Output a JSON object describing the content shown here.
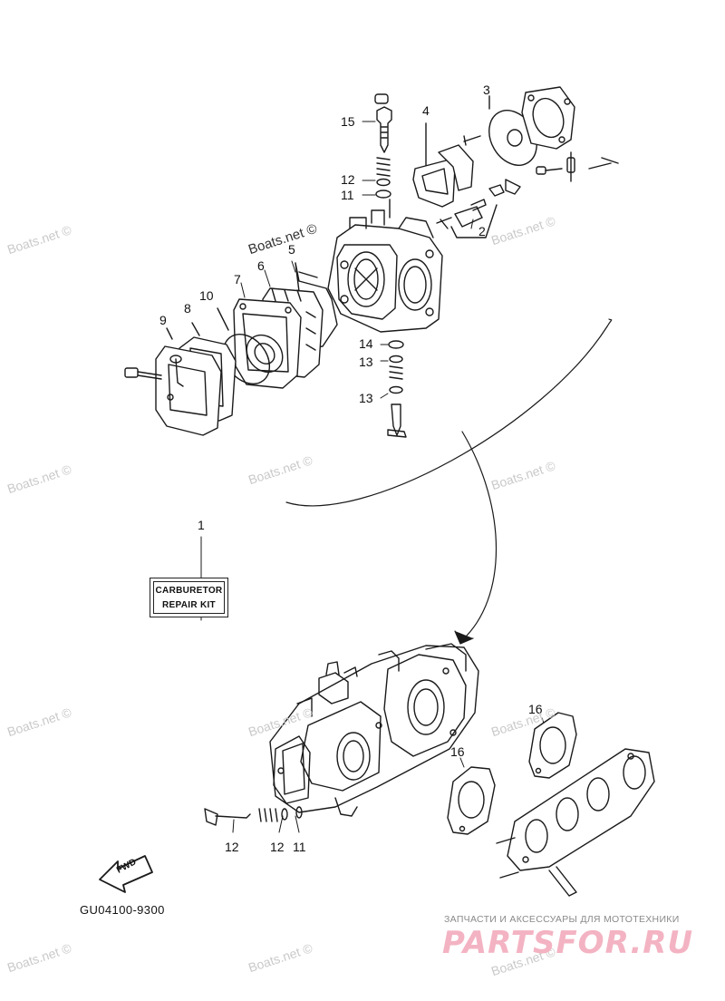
{
  "callouts": {
    "c1": "1",
    "c2": "2",
    "c3": "3",
    "c4": "4",
    "c5": "5",
    "c6": "6",
    "c7": "7",
    "c8": "8",
    "c9": "9",
    "c10": "10",
    "c11_top": "11",
    "c12_top": "12",
    "c13_a": "13",
    "c13_b": "13",
    "c14": "14",
    "c15": "15",
    "c16_a": "16",
    "c16_b": "16",
    "c12_bottom_a": "12",
    "c12_bottom_b": "12",
    "c11_bottom": "11"
  },
  "repair_kit": {
    "line1": "CARBURETOR",
    "line2": "REPAIR KIT"
  },
  "fwd_label": "FWD",
  "diagram_code": "GU04100-9300",
  "watermark": "Boats.net ©",
  "shop": {
    "tagline": "ЗАПЧАСТИ И АКСЕССУАРЫ ДЛЯ МОТОТЕХНИКИ",
    "logo": "PARTSFOR.RU",
    "logo_color": "#f3b3c2"
  },
  "colors": {
    "line": "#1a1a1a",
    "watermark": "#c9c9c9"
  }
}
